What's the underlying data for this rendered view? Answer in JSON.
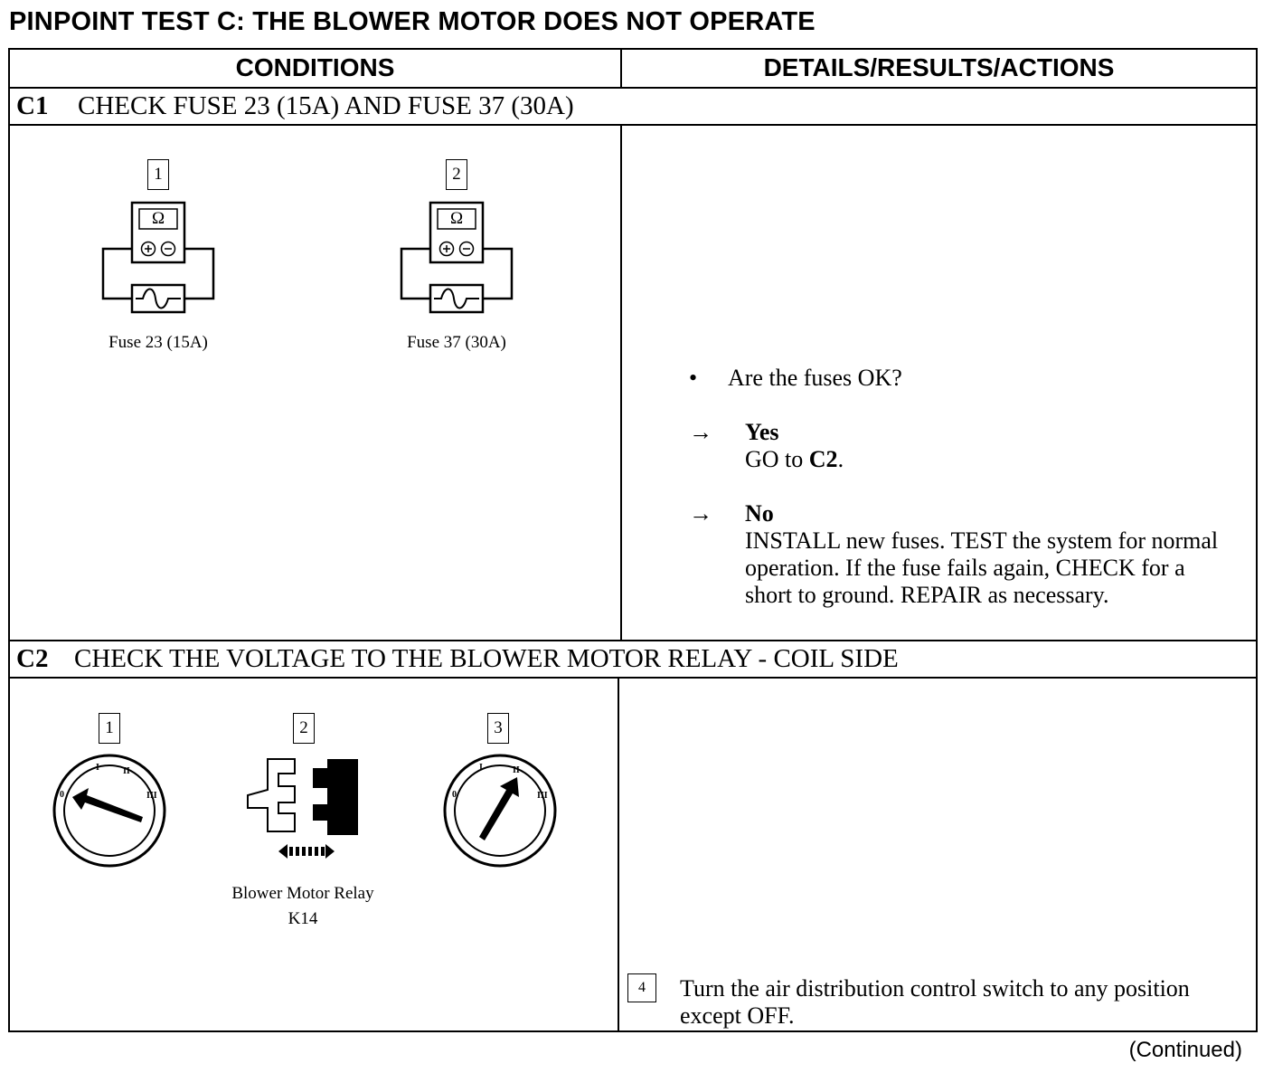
{
  "title": "PINPOINT TEST C: THE BLOWER MOTOR DOES NOT OPERATE",
  "columns": {
    "conditions": "CONDITIONS",
    "details": "DETAILS/RESULTS/ACTIONS"
  },
  "steps": [
    {
      "id": "C1",
      "heading": "CHECK FUSE 23 (15A) AND FUSE 37 (30A)",
      "figures": [
        {
          "number": "1",
          "icon": "ohmmeter-fuse-icon",
          "meter_symbol": "Ω",
          "caption": "Fuse 23 (15A)"
        },
        {
          "number": "2",
          "icon": "ohmmeter-fuse-icon",
          "meter_symbol": "Ω",
          "caption": "Fuse 37 (30A)"
        }
      ],
      "question": "Are the fuses OK?",
      "yes": {
        "label": "Yes",
        "action_prefix": "GO to ",
        "action_target": "C2",
        "action_suffix": "."
      },
      "no": {
        "label": "No",
        "action": "INSTALL new fuses. TEST the system for normal operation. If the fuse fails again, CHECK for a short to ground. REPAIR as necessary."
      }
    },
    {
      "id": "C2",
      "heading": "CHECK THE VOLTAGE TO THE BLOWER MOTOR RELAY - COIL SIDE",
      "figures": [
        {
          "number": "1",
          "icon": "ignition-switch-icon",
          "position_labels": [
            "0",
            "I",
            "II",
            "III"
          ]
        },
        {
          "number": "2",
          "icon": "relay-connector-icon",
          "caption_line1": "Blower Motor Relay",
          "caption_line2": "K14"
        },
        {
          "number": "3",
          "icon": "ignition-switch-icon",
          "position_labels": [
            "0",
            "I",
            "II",
            "III"
          ]
        }
      ],
      "instruction": {
        "number": "4",
        "text": "Turn the air distribution control switch to any position except OFF."
      }
    }
  ],
  "footer": "(Continued)",
  "symbols": {
    "bullet": "•",
    "arrow": "→"
  }
}
